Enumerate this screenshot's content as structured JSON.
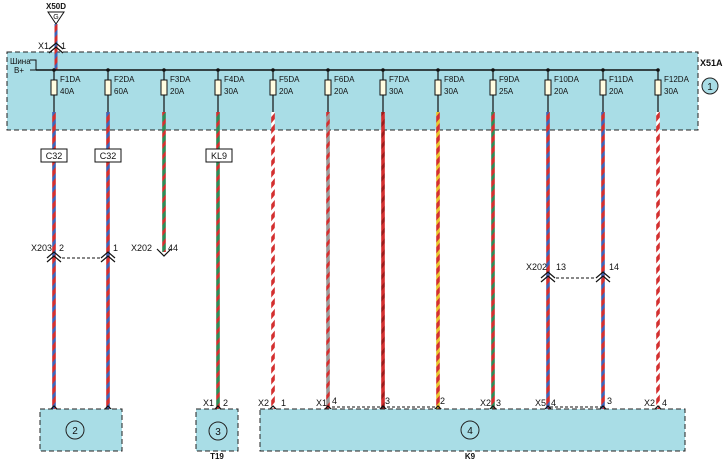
{
  "colors": {
    "panel_fill": "#a9dde6",
    "panel_stroke": "#222222",
    "wire_red": "#d32f2f",
    "wire_blue": "#3d63b8",
    "wire_green": "#2e8b57",
    "wire_white": "#ffffff",
    "wire_gray": "#9a9a9a",
    "wire_yellow": "#e8c62a"
  },
  "top_connector": {
    "name": "X50D",
    "pin": "G",
    "conn": "X1",
    "conn_pin": "1"
  },
  "bus": {
    "line1": "Шина",
    "line2": "B+"
  },
  "main_block": {
    "label": "X51A",
    "number": "1"
  },
  "fuses": [
    {
      "name": "F1DA",
      "rating": "40A",
      "wire": [
        "red",
        "blue"
      ]
    },
    {
      "name": "F2DA",
      "rating": "60A",
      "wire": [
        "red",
        "blue"
      ]
    },
    {
      "name": "F3DA",
      "rating": "20A",
      "wire": [
        "green",
        "red"
      ]
    },
    {
      "name": "F4DA",
      "rating": "30A",
      "wire": [
        "green",
        "red"
      ]
    },
    {
      "name": "F5DA",
      "rating": "20A",
      "wire": [
        "red",
        "white"
      ]
    },
    {
      "name": "F6DA",
      "rating": "20A",
      "wire": [
        "red",
        "gray"
      ]
    },
    {
      "name": "F7DA",
      "rating": "30A",
      "wire": [
        "red",
        "red"
      ]
    },
    {
      "name": "F8DA",
      "rating": "30A",
      "wire": [
        "red",
        "yellow"
      ]
    },
    {
      "name": "F9DA",
      "rating": "25A",
      "wire": [
        "red",
        "green"
      ]
    },
    {
      "name": "F10DA",
      "rating": "20A",
      "wire": [
        "red",
        "blue"
      ]
    },
    {
      "name": "F11DA",
      "rating": "20A",
      "wire": [
        "red",
        "blue"
      ]
    },
    {
      "name": "F12DA",
      "rating": "30A",
      "wire": [
        "red",
        "white"
      ]
    }
  ],
  "wire_labels": [
    "C32",
    "C32",
    "KL9"
  ],
  "connectors": {
    "x203": {
      "name": "X203",
      "pin_a": "2",
      "pin_b": "1"
    },
    "x202_upper": {
      "name": "X202",
      "pin": "44"
    },
    "x202_lower": {
      "name": "X202",
      "pin_a": "13",
      "pin_b": "14"
    }
  },
  "destinations": [
    {
      "conn": "X1",
      "pin": "2"
    },
    {
      "conn": "X2",
      "pin": "1"
    },
    {
      "conn": "X1",
      "pin": "4"
    },
    {
      "conn": "",
      "pin": "3"
    },
    {
      "conn": "",
      "pin": "2"
    },
    {
      "conn": "X2",
      "pin": "3"
    },
    {
      "conn": "X5",
      "pin": "4"
    },
    {
      "conn": "",
      "pin": "3"
    },
    {
      "conn": "X2",
      "pin": "4"
    }
  ],
  "blocks": [
    {
      "number": "2",
      "caption": ""
    },
    {
      "number": "3",
      "caption": "T19"
    },
    {
      "number": "4",
      "caption": "K9"
    }
  ]
}
